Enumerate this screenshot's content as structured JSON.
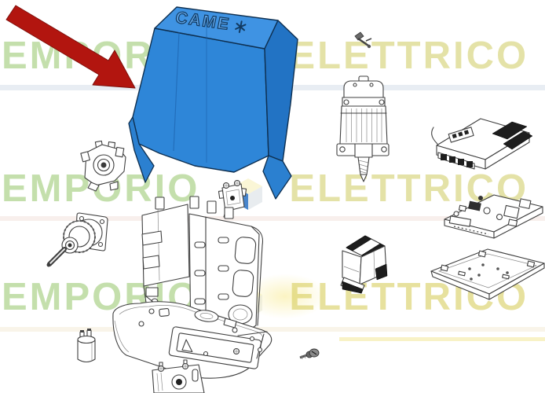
{
  "brand": {
    "cover_logo": "CAME",
    "cover_logo_symbol": "cross-star"
  },
  "watermark": {
    "word_left": "EMPORIO",
    "word_right": "ELETTRICO",
    "row_count": 3,
    "cube_logo": "emporio-elettrico-cube"
  },
  "colors": {
    "cover_blue_front": "#2e86d8",
    "cover_blue_top": "#3f93e3",
    "cover_blue_side": "#2273c4",
    "arrow_red": "#b2150f",
    "watermark_green": "#94c468",
    "watermark_yellow": "#cdcb5f",
    "cube_blue": "#2f74c5",
    "line_art": "#3f3f3f"
  },
  "parts": [
    {
      "id": "red-arrow",
      "label": "highlight arrow pointing to cover"
    },
    {
      "id": "blue-cover",
      "label": "CAME plastic cover (highlighted part)"
    },
    {
      "id": "fixing-pin",
      "label": "cover fixing screw pin"
    },
    {
      "id": "gearmotor",
      "label": "electric motor with worm shaft"
    },
    {
      "id": "control-unit",
      "label": "control unit with connectors"
    },
    {
      "id": "bearing-cap",
      "label": "bearing housing"
    },
    {
      "id": "shaft-assembly",
      "label": "flange with drive shaft and gear drum"
    },
    {
      "id": "limit-bracket",
      "label": "limit switch bracket"
    },
    {
      "id": "circuit-board",
      "label": "electronic circuit board"
    },
    {
      "id": "board-tray",
      "label": "electronics tray cover"
    },
    {
      "id": "transformer",
      "label": "transformer"
    },
    {
      "id": "gearbox-chassis",
      "label": "gearbox chassis"
    },
    {
      "id": "base-housing",
      "label": "base housing"
    },
    {
      "id": "capacitor",
      "label": "capacitor"
    },
    {
      "id": "small-screw",
      "label": "small screw"
    },
    {
      "id": "release-door",
      "label": "release access door"
    }
  ]
}
